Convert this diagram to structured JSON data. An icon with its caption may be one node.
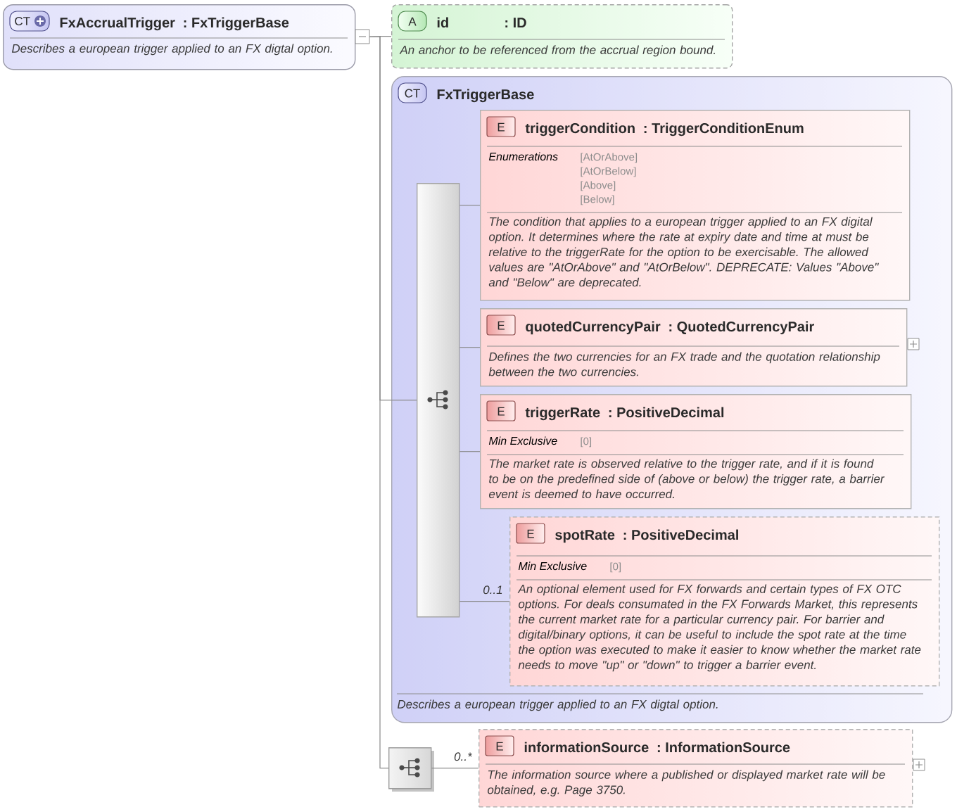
{
  "diagram": {
    "nodes": [
      {
        "text": [
          "CT",
          "FxAccrualTrigger",
          ": FxTriggerBase",
          "Describes a european trigger applied to an FX digtal option."
        ]
      },
      {
        "text": [
          "A",
          "id",
          ": ID",
          "An anchor to be referenced from the accrual region bound."
        ]
      },
      {
        "text": [
          "CT",
          "FxTriggerBase",
          "Describes a european trigger applied to an FX digtal option."
        ]
      },
      {
        "text": [],
        "shape": "bar",
        "in": 2
      },
      {
        "text": [
          "E",
          "triggerCondition",
          ": TriggerConditionEnum",
          "Enumerations",
          "[AtOrAbove]",
          "[AtOrBelow]",
          "[Above]",
          "[Below]",
          "The condition that applies to a european trigger applied to an FX digital option. It determines where the rate at expiry date and time at must be relative to the triggerRate for the option to be exercisable. The allowed values are \"AtOrAbove\" and \"AtOrBelow\". DEPRECATE: Values \"Above\" and \"Below\" are deprecated."
        ],
        "in": 2
      },
      {
        "text": [
          "E",
          "quotedCurrencyPair",
          ": QuotedCurrencyPair",
          "Defines the two currencies for an FX trade and the quotation relationship between the two currencies."
        ],
        "in": 2
      },
      {
        "text": [
          "E",
          "triggerRate",
          ": PositiveDecimal",
          "Min Exclusive",
          "[0]",
          "The market rate is observed relative to the trigger rate, and if it is found to be on the predefined side of (above or below) the trigger rate, a barrier event is deemed to have occurred."
        ],
        "in": 2
      },
      {
        "text": [
          "E",
          "spotRate",
          ": PositiveDecimal",
          "Min Exclusive",
          "[0]",
          "An optional element used for FX forwards and certain types of FX OTC options. For deals consumated in the FX Forwards Market, this represents the current market rate for a particular currency pair. For barrier and digital/binary options, it can be useful to include the spot rate at the time the option was executed to make it easier to know whether the market rate needs to move \"up\" or \"down\" to trigger a barrier event."
        ],
        "in": 2
      },
      {
        "text": [],
        "shape": "box"
      },
      {
        "text": [
          "E",
          "informationSource",
          ": InformationSource",
          "The information source where a published or displayed market rate will be obtained, e.g. Page 3750."
        ]
      }
    ],
    "edges": [
      {
        "from": 0,
        "to": 1,
        "arrow": "none"
      },
      {
        "from": 0,
        "to": 3,
        "arrow": "none"
      },
      {
        "from": 0,
        "to": 8,
        "arrow": "none"
      },
      {
        "from": 3,
        "to": 4,
        "arrow": "none"
      },
      {
        "from": 3,
        "to": 5,
        "arrow": "none"
      },
      {
        "from": 3,
        "to": 6,
        "arrow": "none"
      },
      {
        "from": 3,
        "to": 7,
        "arrow": "none",
        "label": "0..1"
      },
      {
        "from": 8,
        "to": 9,
        "arrow": "none",
        "label": "0..*"
      }
    ]
  }
}
